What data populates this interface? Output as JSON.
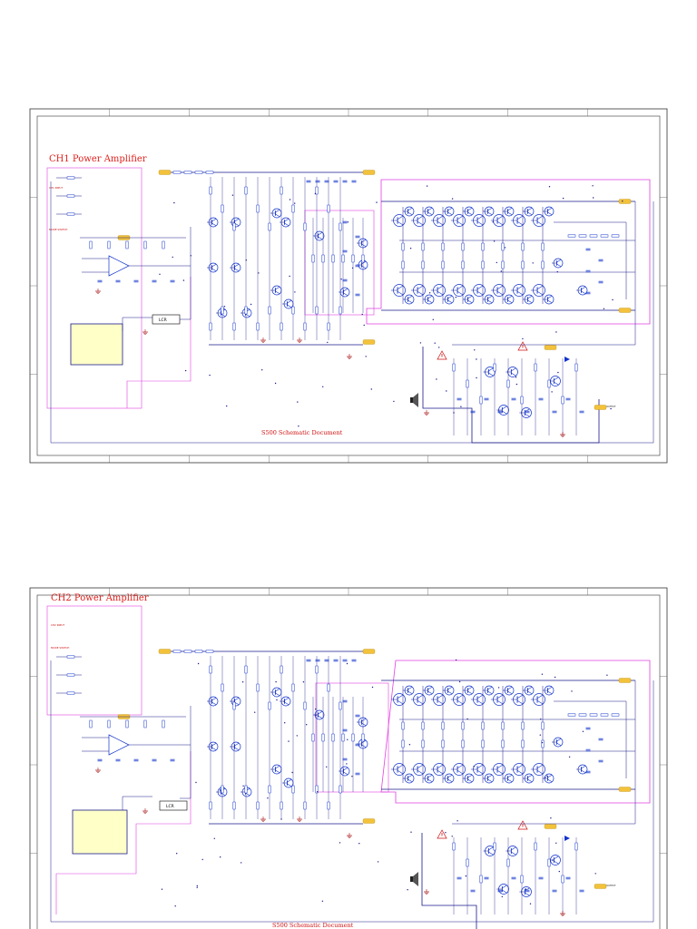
{
  "sheets": [
    {
      "id": "ch1",
      "title": "CH1 Power Amplifier",
      "caption": "S500 Schematic Document",
      "input_label": "CH1 INPUT",
      "mode_label": "MODE SWITCH",
      "module_label": "LCR",
      "output_label": "OUTPUT"
    },
    {
      "id": "ch2",
      "title": "CH2 Power Amplifier",
      "caption": "S500 Schematic Document",
      "input_label": "CH2 INPUT",
      "mode_label": "MODE SWITCH",
      "module_label": "LCR",
      "output_label": "OUTPUT"
    }
  ],
  "colors": {
    "wire": "#1a1a8c",
    "component": "#1133cc",
    "frame": "#333333",
    "zone_pink": "#e040e0",
    "module_fill": "#ffffc8",
    "label_tag": "#f3c23a",
    "title_red": "#e0201c",
    "ground": "#aa1010"
  },
  "icons": [
    "speaker-icon",
    "warning-triangle-icon",
    "ground-symbol-icon",
    "transistor-icon"
  ]
}
